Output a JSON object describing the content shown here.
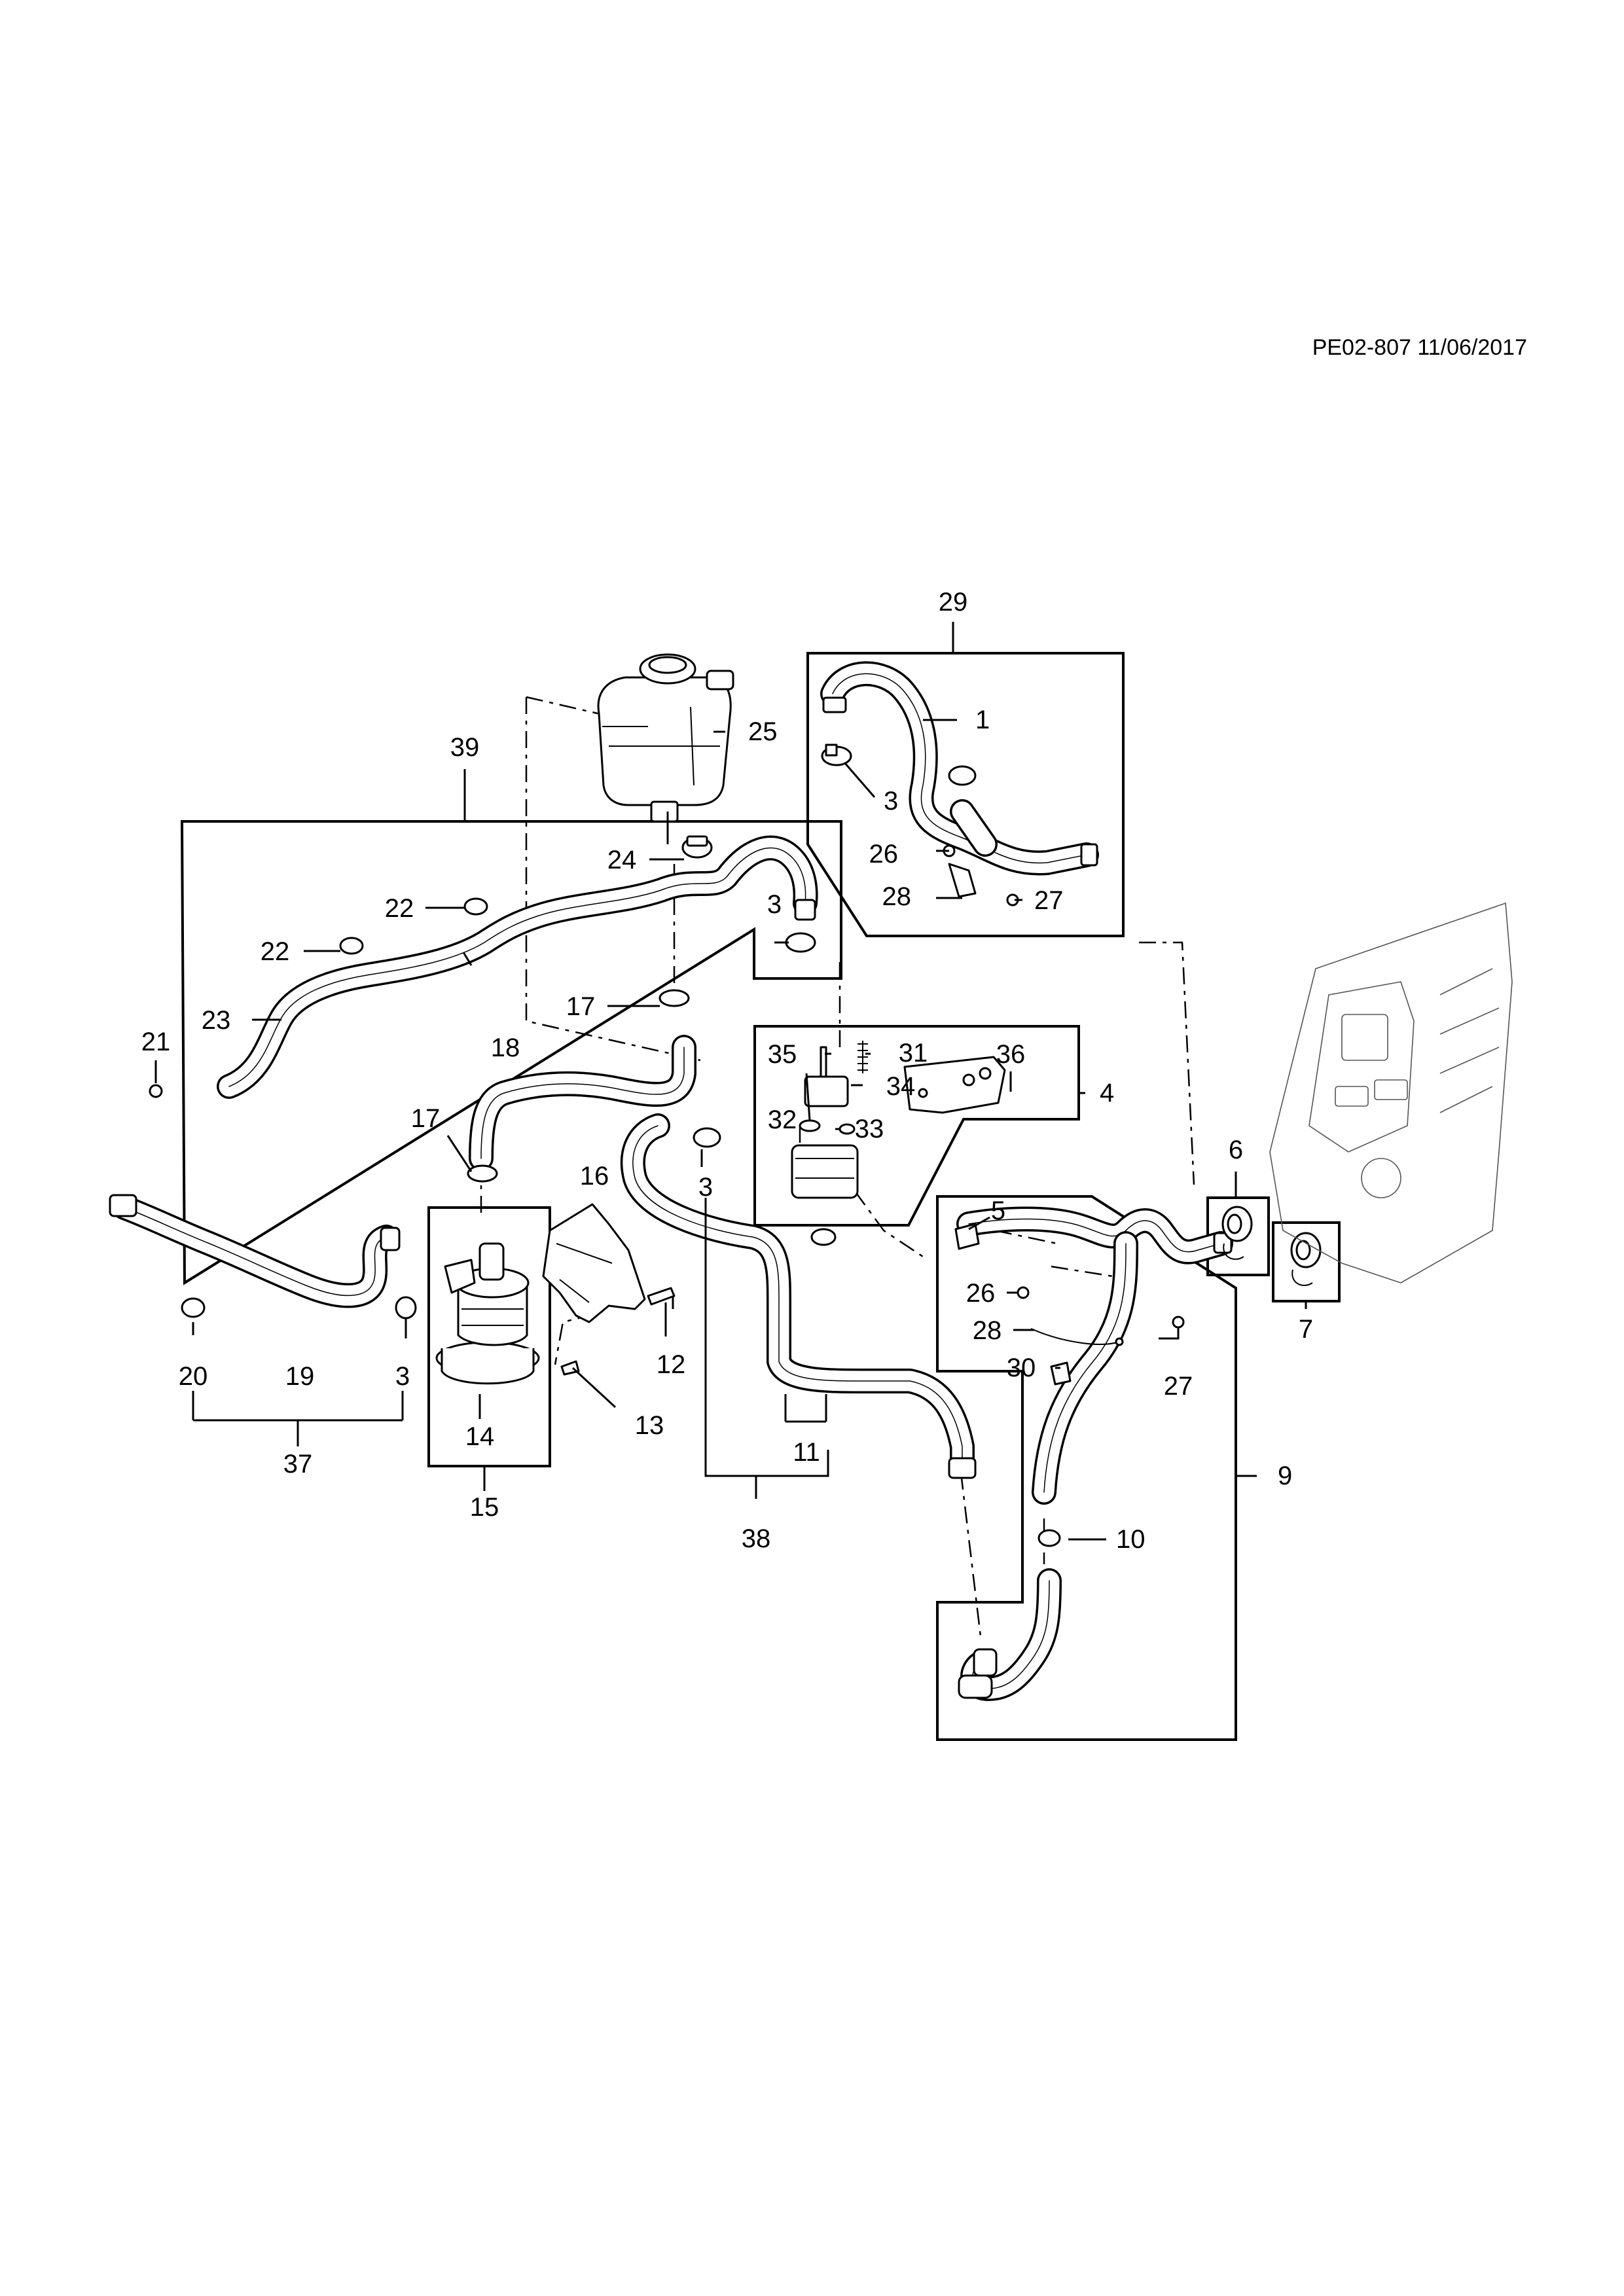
{
  "header": {
    "reference": "PE02-807 11/06/2017"
  },
  "callouts": {
    "c1": "1",
    "c3a": "3",
    "c3b": "3",
    "c3c": "3",
    "c3d": "3",
    "c4": "4",
    "c5": "5",
    "c6": "6",
    "c7": "7",
    "c9": "9",
    "c10": "10",
    "c11": "11",
    "c12": "12",
    "c13": "13",
    "c14": "14",
    "c15": "15",
    "c16": "16",
    "c17a": "17",
    "c17b": "17",
    "c18": "18",
    "c19": "19",
    "c20": "20",
    "c21": "21",
    "c22a": "22",
    "c22b": "22",
    "c23": "23",
    "c24": "24",
    "c25": "25",
    "c26a": "26",
    "c26b": "26",
    "c27a": "27",
    "c27b": "27",
    "c28a": "28",
    "c28b": "28",
    "c29": "29",
    "c30": "30",
    "c31": "31",
    "c32": "32",
    "c33": "33",
    "c34": "34",
    "c35": "35",
    "c36": "36",
    "c37": "37",
    "c38": "38",
    "c39": "39"
  }
}
